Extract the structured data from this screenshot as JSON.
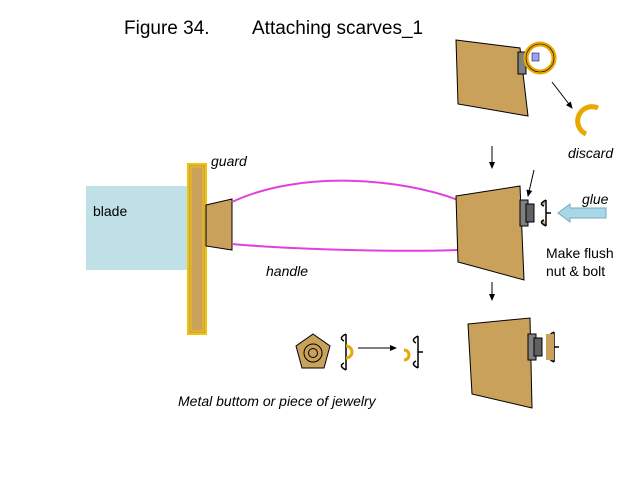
{
  "title": {
    "figure": "Figure 34.",
    "caption": "Attaching scarves_1"
  },
  "labels": {
    "blade": "blade",
    "guard": "guard",
    "handle": "handle",
    "discard": "discard",
    "glue": "glue",
    "make_flush_line1": "Make flush",
    "make_flush_line2": "nut & bolt",
    "metal_button": "Metal buttom or piece of jewelry"
  },
  "colors": {
    "blade": "#bfe0e6",
    "guard": "#c9a15a",
    "guard_outline": "#f2c400",
    "handle": "#c9a15a",
    "scarf_line": "#e040e0",
    "glue_arrow": "#a8d8e8",
    "ring": "#e8a800",
    "bolt": "#808080"
  }
}
